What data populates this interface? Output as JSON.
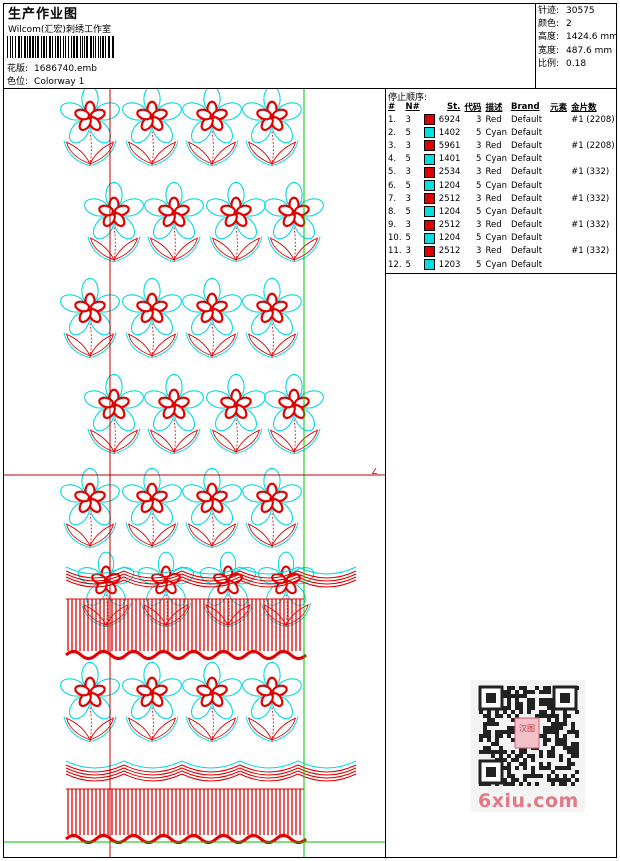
{
  "header": {
    "title": "生产作业图",
    "company": "Wilcom(汇宏)刺绣工作室",
    "design_label": "花版:",
    "design_value": "1686740.emb",
    "colorway_label": "色位:",
    "colorway_value": "Colorway 1"
  },
  "stats": [
    {
      "label": "针迹:",
      "value": "30575"
    },
    {
      "label": "颜色:",
      "value": "2"
    },
    {
      "label": "高度:",
      "value": "1424.6 mm"
    },
    {
      "label": "宽度:",
      "value": "487.6 mm"
    },
    {
      "label": "比例:",
      "value": "0.18"
    }
  ],
  "sequence": {
    "title": "停止顺序:",
    "columns": [
      "#",
      "N#",
      "St.",
      "代码",
      "描述",
      "Brand",
      "元素",
      "金片数"
    ],
    "rows": [
      {
        "num": "1.",
        "n": "3",
        "color": "#e00000",
        "st": "6924",
        "code": "3",
        "desc": "Red",
        "brand": "Default",
        "seq": "#1 (2208)"
      },
      {
        "num": "2.",
        "n": "5",
        "color": "#00e0e0",
        "st": "1402",
        "code": "5",
        "desc": "Cyan",
        "brand": "Default",
        "seq": ""
      },
      {
        "num": "3.",
        "n": "3",
        "color": "#e00000",
        "st": "5961",
        "code": "3",
        "desc": "Red",
        "brand": "Default",
        "seq": "#1 (2208)"
      },
      {
        "num": "4.",
        "n": "5",
        "color": "#00e0e0",
        "st": "1401",
        "code": "5",
        "desc": "Cyan",
        "brand": "Default",
        "seq": ""
      },
      {
        "num": "5.",
        "n": "3",
        "color": "#e00000",
        "st": "2534",
        "code": "3",
        "desc": "Red",
        "brand": "Default",
        "seq": "#1 (332)"
      },
      {
        "num": "6.",
        "n": "5",
        "color": "#00e0e0",
        "st": "1204",
        "code": "5",
        "desc": "Cyan",
        "brand": "Default",
        "seq": ""
      },
      {
        "num": "7.",
        "n": "3",
        "color": "#e00000",
        "st": "2512",
        "code": "3",
        "desc": "Red",
        "brand": "Default",
        "seq": "#1 (332)"
      },
      {
        "num": "8.",
        "n": "5",
        "color": "#00e0e0",
        "st": "1204",
        "code": "5",
        "desc": "Cyan",
        "brand": "Default",
        "seq": ""
      },
      {
        "num": "9.",
        "n": "3",
        "color": "#e00000",
        "st": "2512",
        "code": "3",
        "desc": "Red",
        "brand": "Default",
        "seq": "#1 (332)"
      },
      {
        "num": "10.",
        "n": "5",
        "color": "#00e0e0",
        "st": "1204",
        "code": "5",
        "desc": "Cyan",
        "brand": "Default",
        "seq": ""
      },
      {
        "num": "11.",
        "n": "3",
        "color": "#e00000",
        "st": "2512",
        "code": "3",
        "desc": "Red",
        "brand": "Default",
        "seq": "#1 (332)"
      },
      {
        "num": "12.",
        "n": "5",
        "color": "#00e0e0",
        "st": "1203",
        "code": "5",
        "desc": "Cyan",
        "brand": "Default",
        "seq": ""
      }
    ]
  },
  "watermark": {
    "text": "6xiu.com",
    "stamp": "汉图"
  },
  "colors": {
    "red": "#e00000",
    "cyan": "#00d8e0",
    "guide_red": "#c00000",
    "guide_green": "#00c000"
  }
}
